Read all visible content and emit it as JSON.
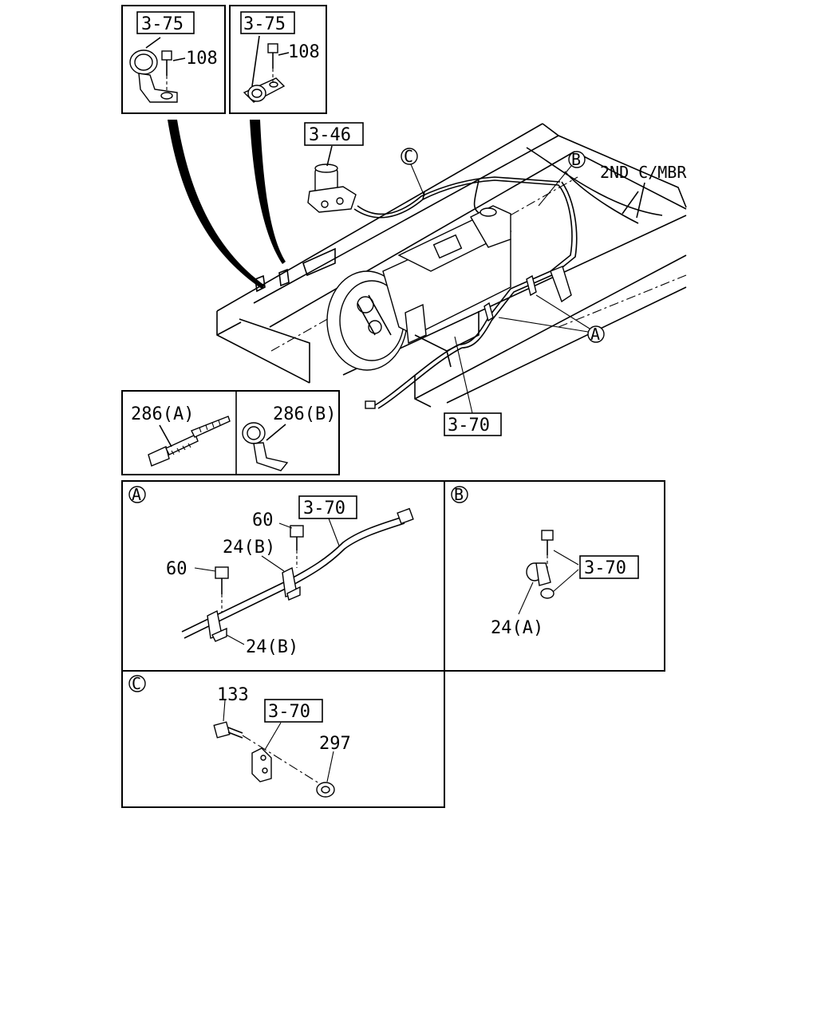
{
  "refs": {
    "inset_left_ref": "3-75",
    "inset_right_ref": "3-75",
    "air_dryer_ref": "3-46",
    "line_ref_main": "3-70",
    "detail_a_ref": "3-70",
    "detail_b_ref": "3-70",
    "detail_c_ref": "3-70"
  },
  "parts": {
    "bolt_108_left": "108",
    "bolt_108_right": "108",
    "tie_286a": "286(A)",
    "clip_286b": "286(B)",
    "bolt_60_upper": "60",
    "bolt_60_lower": "60",
    "clip_24b_upper": "24(B)",
    "clip_24b_lower": "24(B)",
    "clip_24a": "24(A)",
    "bolt_133": "133",
    "nut_297": "297"
  },
  "callouts": {
    "a": "A",
    "b": "B",
    "c": "C",
    "detail_a": "A",
    "detail_b": "B",
    "detail_c": "C"
  },
  "frame_label": "2ND C/MBR"
}
